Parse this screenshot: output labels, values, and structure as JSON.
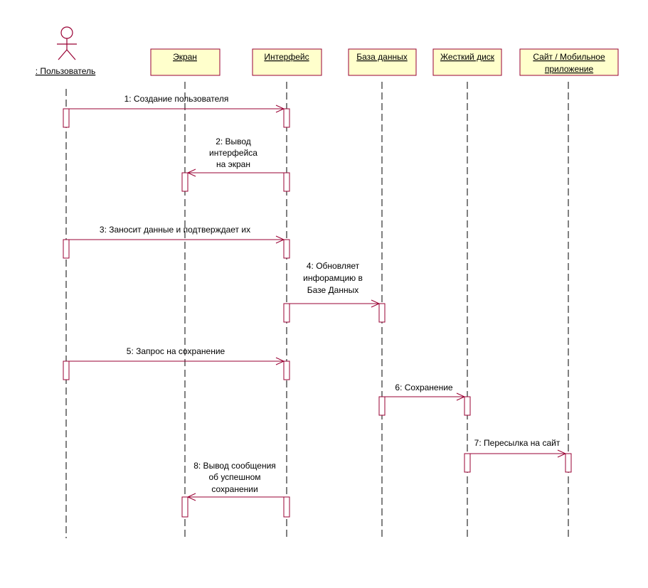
{
  "actor": {
    "label": " : Пользователь"
  },
  "objects": [
    {
      "id": "screen",
      "lines": [
        "Экран"
      ]
    },
    {
      "id": "interface",
      "lines": [
        "Интерфейс"
      ]
    },
    {
      "id": "database",
      "lines": [
        "База данных"
      ]
    },
    {
      "id": "harddisk",
      "lines": [
        "Жесткий диск"
      ]
    },
    {
      "id": "site",
      "lines": [
        "Сайт / Мобильное",
        "приложение"
      ]
    }
  ],
  "messages": [
    {
      "from": "user",
      "to": "interface",
      "lines": [
        "1: Создание пользователя"
      ]
    },
    {
      "from": "interface",
      "to": "screen",
      "lines": [
        "2: Вывод",
        "интерфейса",
        "на экран"
      ]
    },
    {
      "from": "user",
      "to": "interface",
      "lines": [
        "3: Заносит данные и подтверждает их"
      ]
    },
    {
      "from": "interface",
      "to": "database",
      "lines": [
        "4: Обновляет",
        "инфорамцию в",
        "Базе Данных"
      ]
    },
    {
      "from": "user",
      "to": "interface",
      "lines": [
        "5: Запрос на сохранение"
      ]
    },
    {
      "from": "database",
      "to": "harddisk",
      "lines": [
        "6: Сохранение"
      ]
    },
    {
      "from": "harddisk",
      "to": "site",
      "lines": [
        "7: Пересылка на сайт"
      ]
    },
    {
      "from": "interface",
      "to": "screen",
      "lines": [
        "8: Вывод сообщения",
        "об успешном",
        "сохранении"
      ]
    }
  ],
  "colors": {
    "border": "#990033",
    "box_fill": "#ffffcc",
    "lifeline": "#000000"
  }
}
